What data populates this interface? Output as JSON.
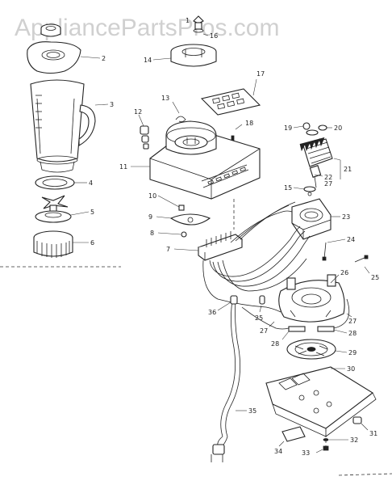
{
  "watermark": "AppliancePartsPros.com",
  "callouts": {
    "c1": "1",
    "c2": "2",
    "c3": "3",
    "c4": "4",
    "c5": "5",
    "c6": "6",
    "c7": "7",
    "c8": "8",
    "c9": "9",
    "c10": "10",
    "c11": "11",
    "c12": "12",
    "c13": "13",
    "c14": "14",
    "c15": "15",
    "c16": "16",
    "c17": "17",
    "c18": "18",
    "c19": "19",
    "c20": "20",
    "c21": "21",
    "c22": "22",
    "c23": "23",
    "c24": "24",
    "c25a": "25",
    "c25b": "25",
    "c26": "26",
    "c27a": "27",
    "c27b": "27",
    "c27c": "27",
    "c28a": "28",
    "c28b": "28",
    "c29": "29",
    "c30": "30",
    "c31": "31",
    "c32": "32",
    "c33": "33",
    "c34": "34",
    "c35": "35",
    "c36": "36"
  }
}
